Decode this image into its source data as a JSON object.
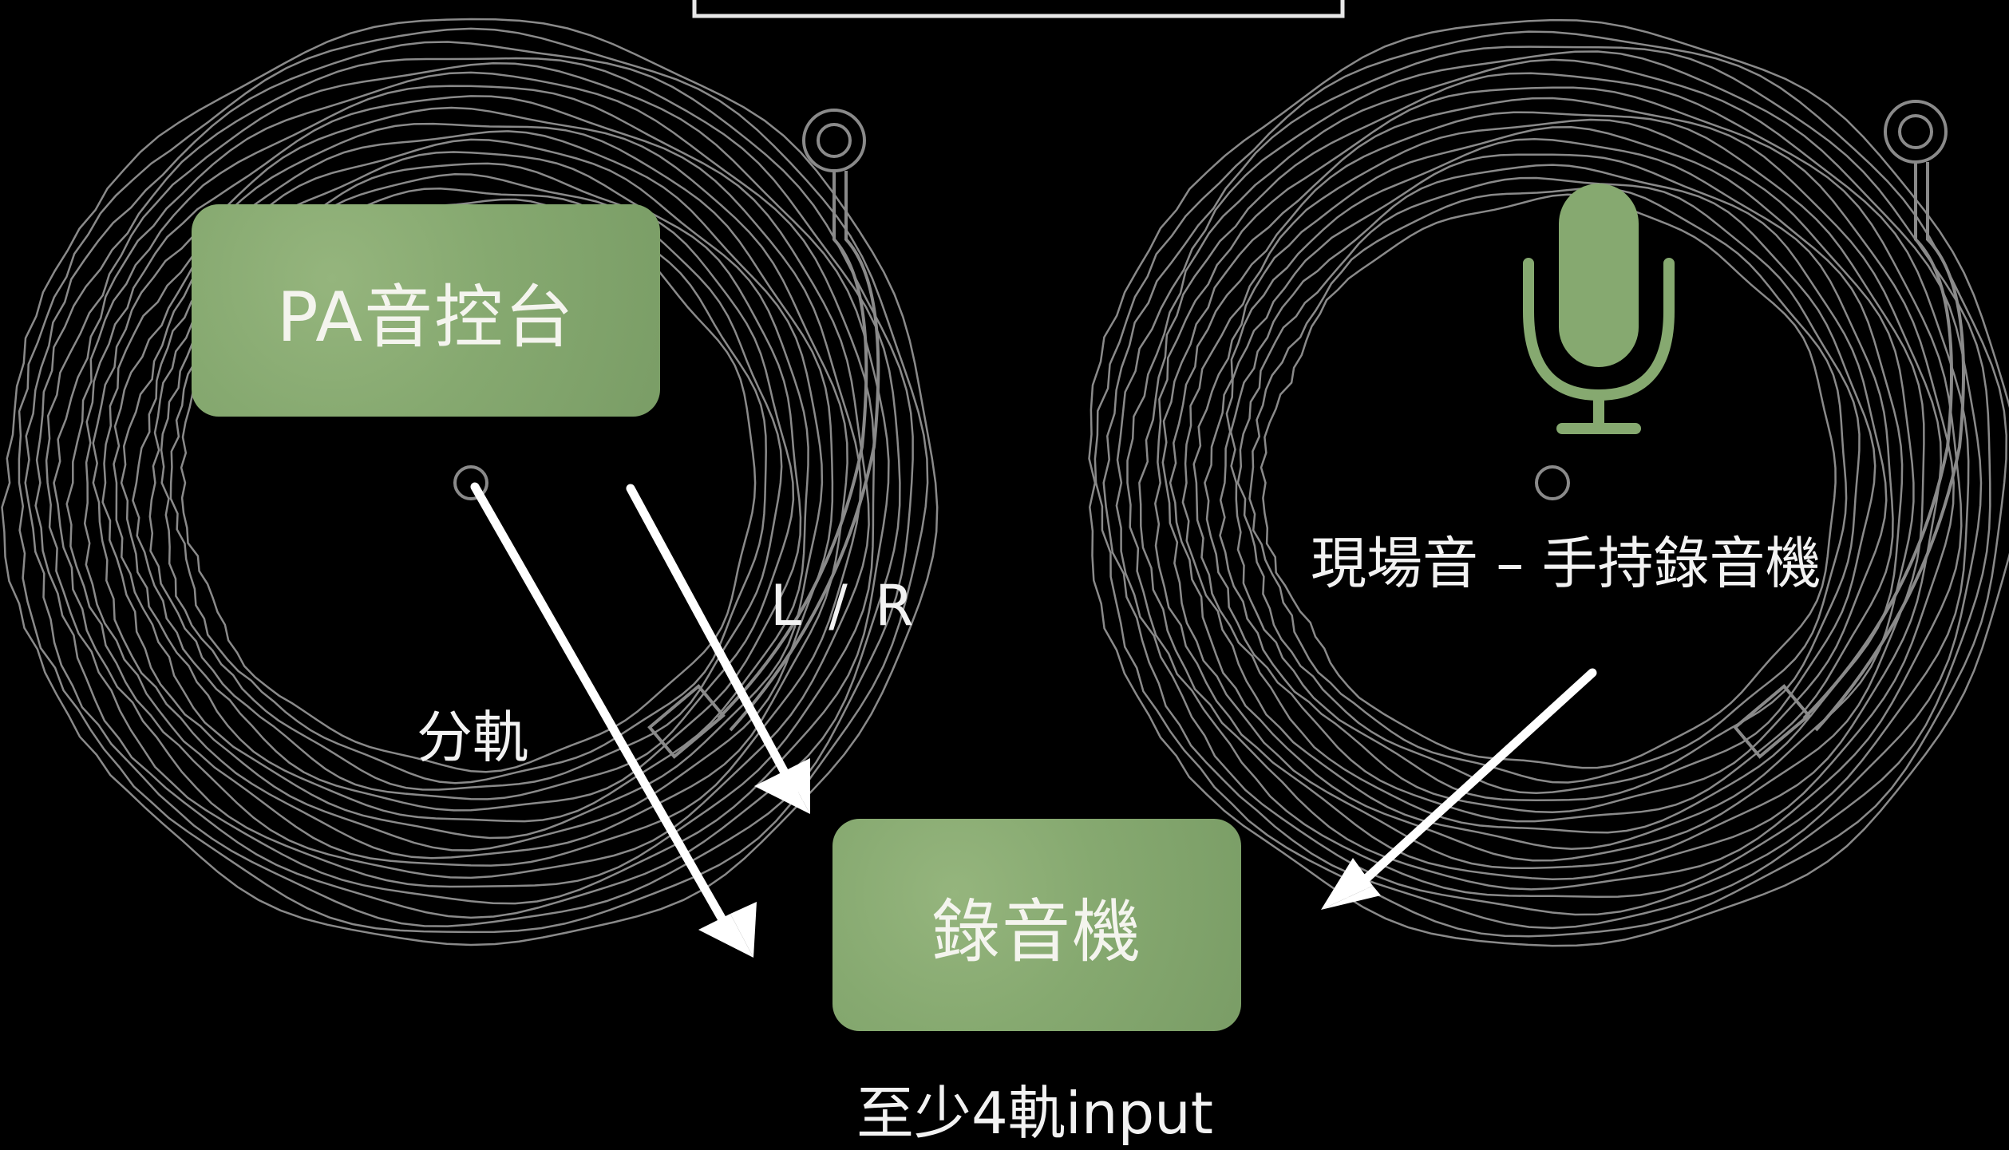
{
  "nodes": {
    "pa_console": "PA音控台",
    "recorder": "錄音機"
  },
  "labels": {
    "lr": "L / R",
    "split_tracks": "分軌",
    "live_sound": "現場音 – 手持錄音機",
    "requirement": "至少4軌input"
  },
  "icons": {
    "microphone": "microphone-icon",
    "turntables": "vinyl-turntable-icon"
  },
  "colors": {
    "background": "#000000",
    "box_fill": "#86a970",
    "line": "#8a8a8a",
    "arrow": "#ffffff",
    "text": "#f2f2f2"
  }
}
